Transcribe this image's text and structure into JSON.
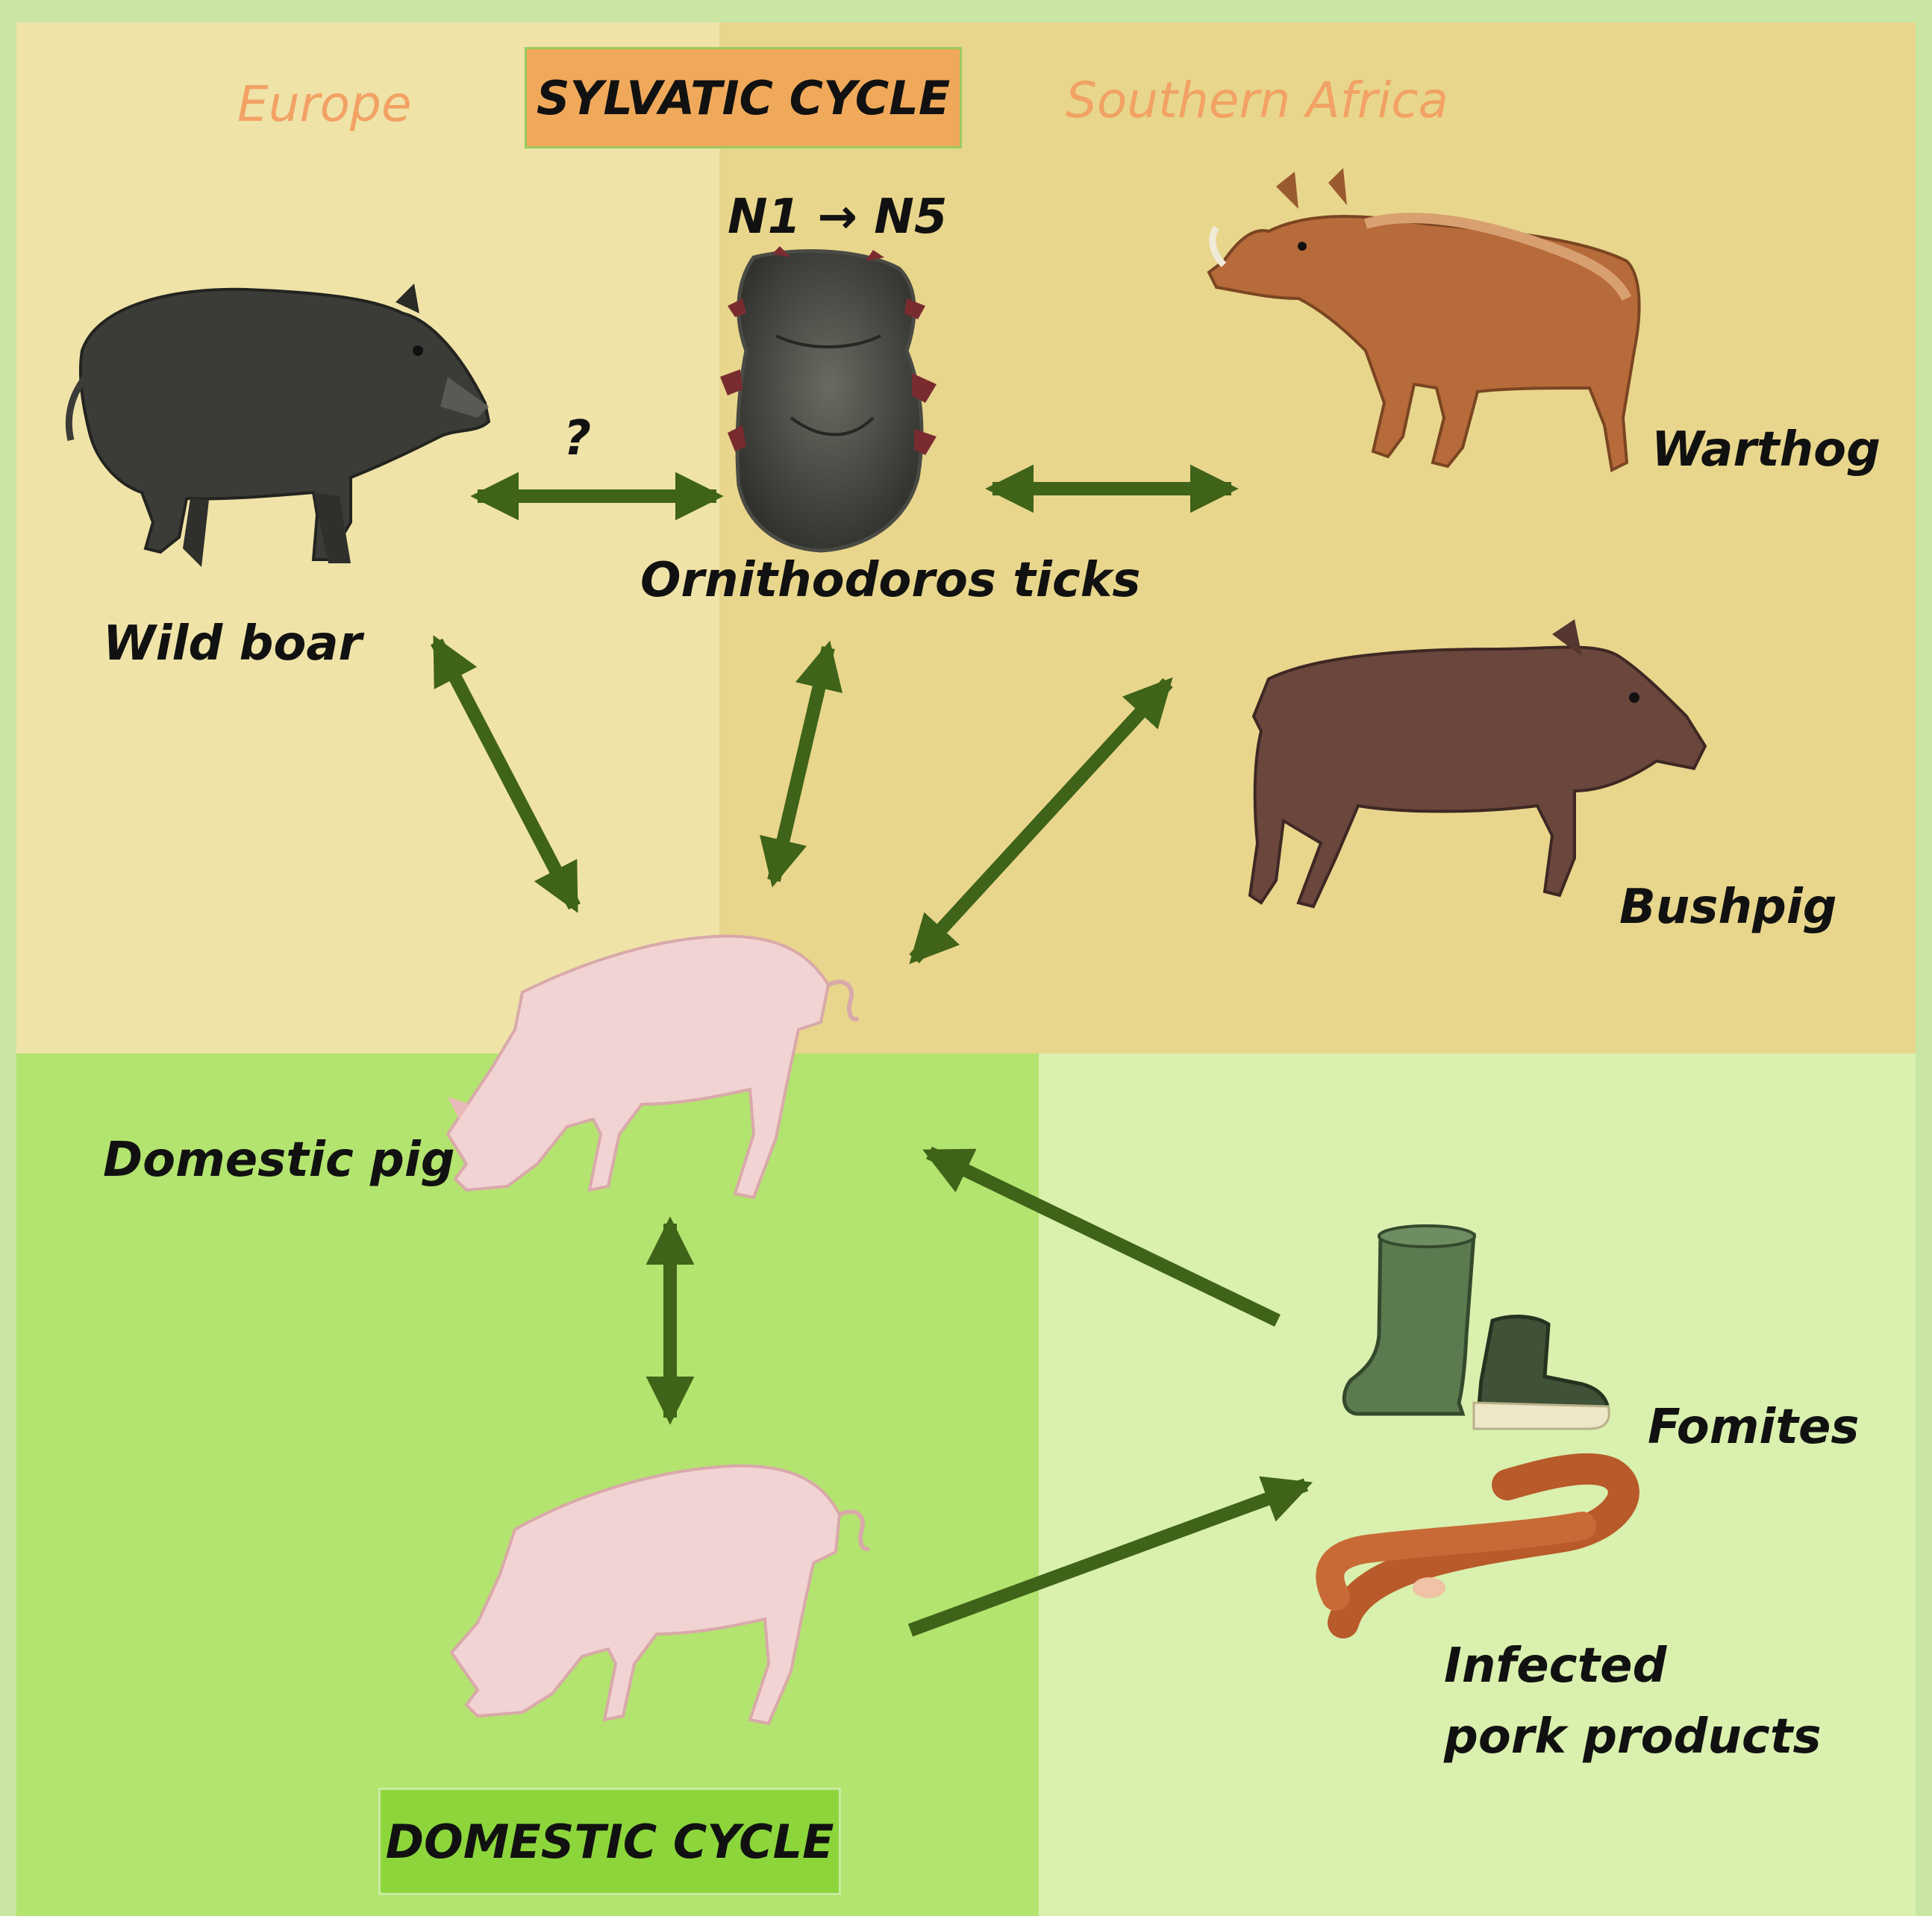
{
  "regions": {
    "europe": "Europe",
    "southern_africa": "Southern Africa"
  },
  "cycles": {
    "sylvatic": "SYLVATIC CYCLE",
    "domestic": "DOMESTIC CYCLE"
  },
  "tick_stages": "N1 → N5",
  "question_mark": "?",
  "nodes": {
    "wild_boar": "Wild boar",
    "ticks": "Ornithodoros ticks",
    "warthog": "Warthog",
    "bushpig": "Bushpig",
    "domestic_pig": "Domestic pig",
    "fomites": "Fomites",
    "pork_line1": "Infected",
    "pork_line2": "pork products"
  },
  "colors": {
    "europe_bg": "#efe3a8",
    "africa_bg": "#e8d68c",
    "domestic_bg": "#b3e46f",
    "fomite_bg": "#d9f0ae",
    "frame": "#c9e6a5",
    "sylvatic_box": "#f0a95a",
    "domestic_box": "#8cd63c",
    "region_text": "#f2a264",
    "arrow": "#3f6318"
  }
}
